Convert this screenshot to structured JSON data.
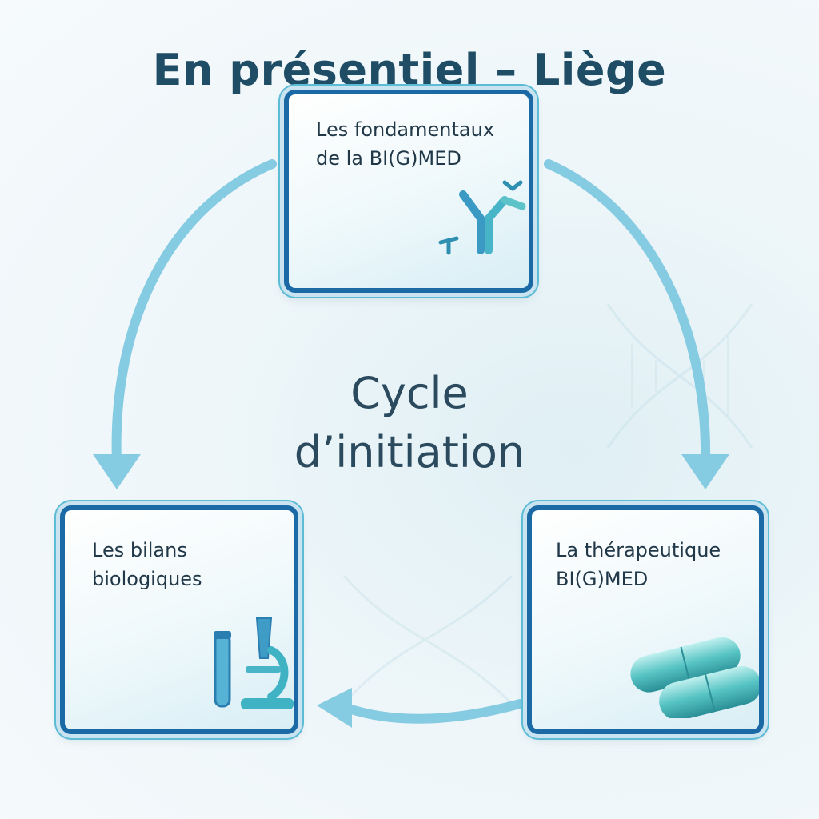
{
  "title": "En présentiel – Liège",
  "center": {
    "line1": "Cycle",
    "line2": "d’initiation"
  },
  "cards": [
    {
      "line1": "Les fondamentaux",
      "line2": "de la BI(G)MED",
      "icon": "antibody-icon"
    },
    {
      "line1": "La thérapeutique",
      "line2": "BI(G)MED",
      "icon": "capsule-icon"
    },
    {
      "line1": "Les bilans",
      "line2": "biologiques",
      "icon": "microscope-icon"
    }
  ],
  "colors": {
    "title": "#1f4d66",
    "frame": "#1b6aa6",
    "arrow": "#7ec8e0",
    "accent": "#3fb2c4"
  }
}
